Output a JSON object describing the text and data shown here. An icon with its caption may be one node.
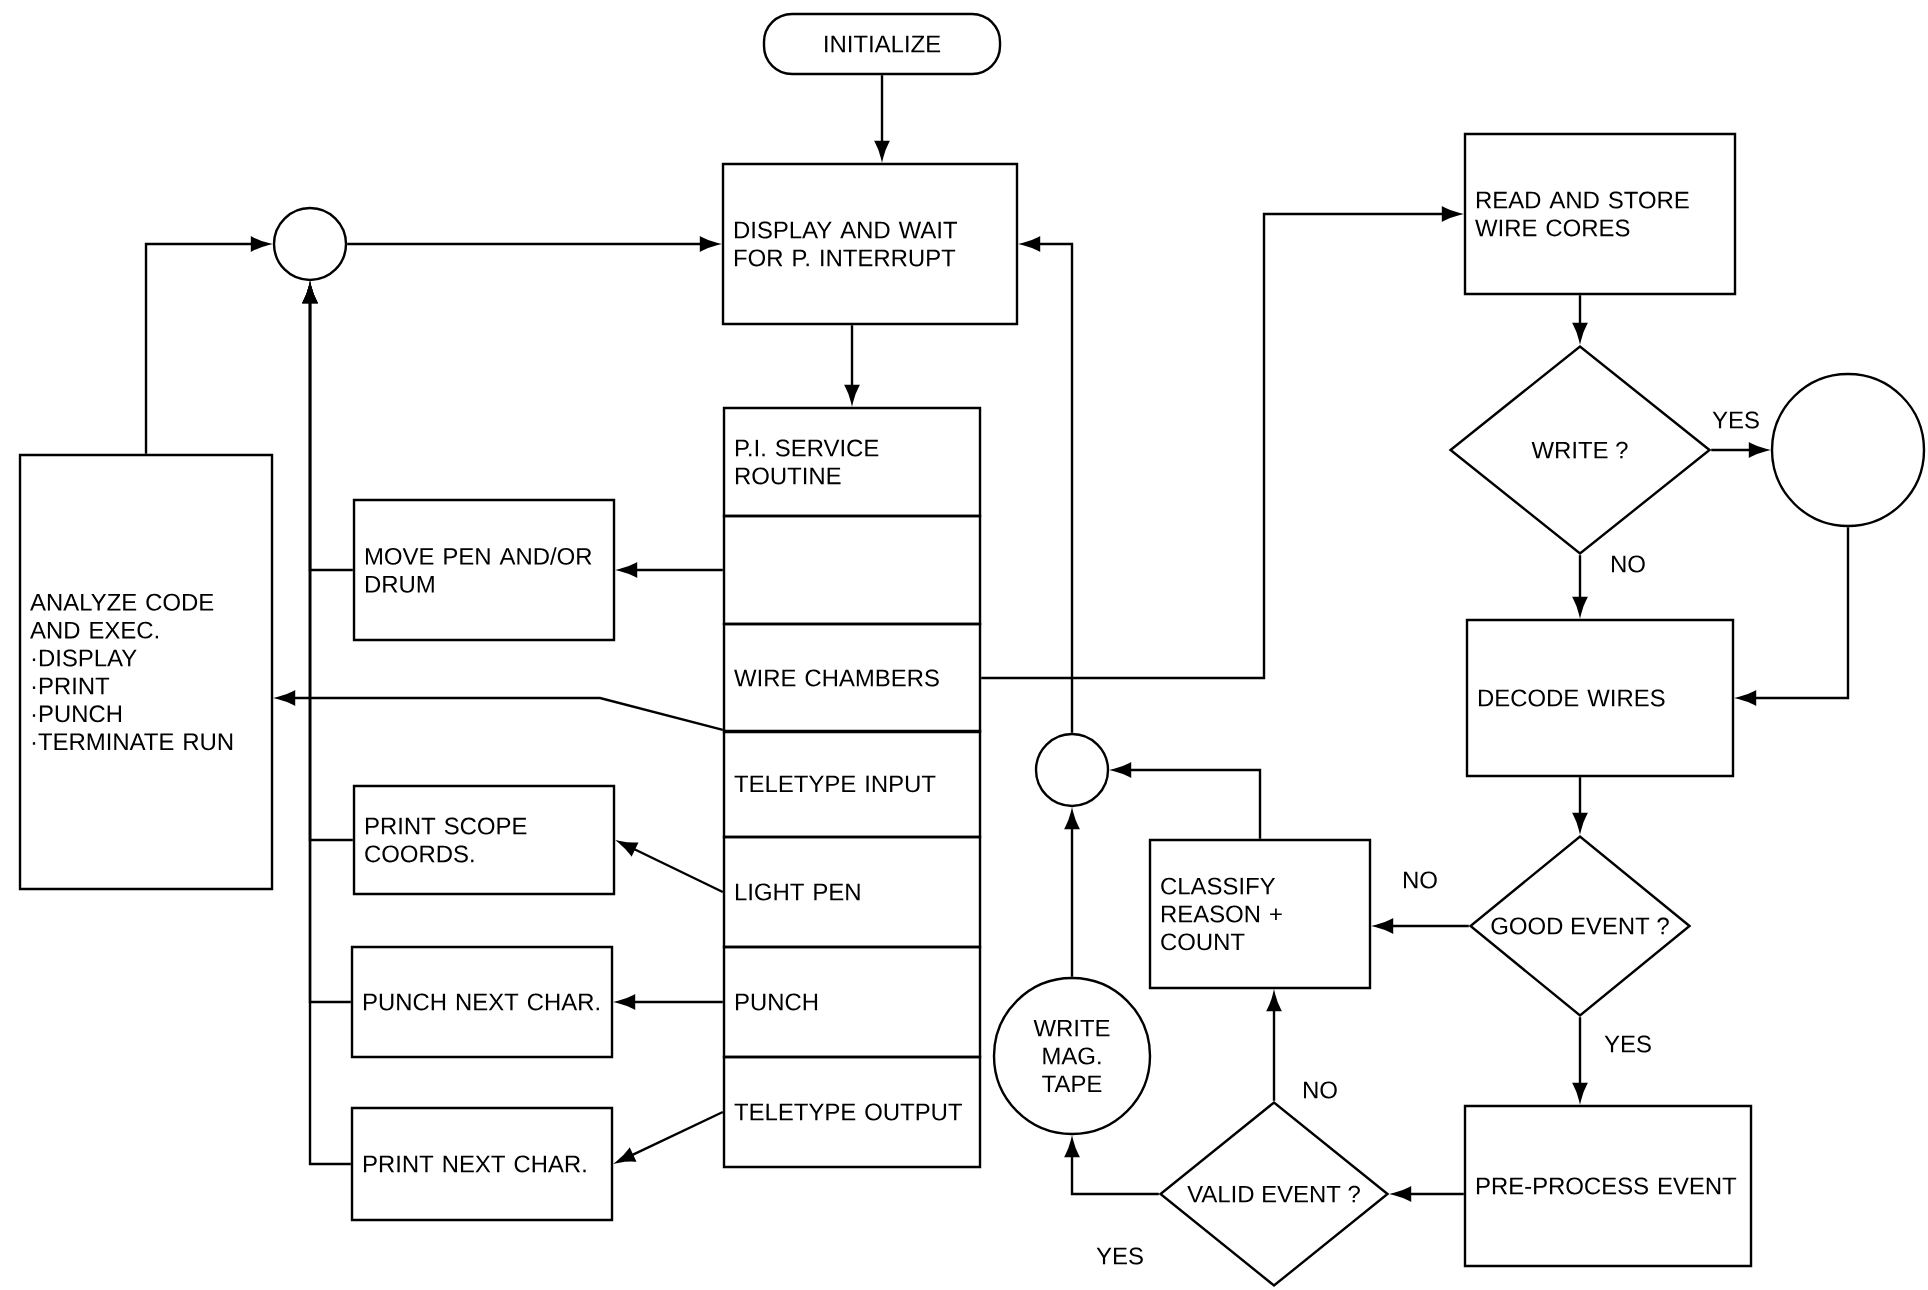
{
  "diagram": {
    "nodes": [
      {
        "text": [
          "INITIALIZE"
        ]
      },
      {
        "text": [],
        "shape": "circle"
      },
      {
        "text": [
          "DISPLAY AND WAIT FOR P. INTERRUPT"
        ]
      },
      {
        "text": [
          "READ AND STORE WIRE CORES"
        ]
      },
      {
        "text": [
          "ANALYZE CODE AND EXEC.",
          "·DISPLAY",
          "·PRINT",
          "·PUNCH",
          "·TERMINATE RUN"
        ]
      },
      {
        "text": [
          "MOVE PEN AND/OR DRUM"
        ]
      },
      {
        "text": [
          "P.I. SERVICE ROUTINE"
        ]
      },
      {
        "text": [],
        "shape": "box"
      },
      {
        "text": [
          "WIRE CHAMBERS"
        ]
      },
      {
        "text": [
          "TELETYPE INPUT"
        ]
      },
      {
        "text": [
          "LIGHT PEN"
        ]
      },
      {
        "text": [
          "PUNCH"
        ]
      },
      {
        "text": [
          "TELETYPE OUTPUT"
        ]
      },
      {
        "text": [
          "WRITE ?"
        ]
      },
      {
        "text": [],
        "shape": "circle"
      },
      {
        "text": [
          "DECODE WIRES"
        ]
      },
      {
        "text": [],
        "shape": "circle"
      },
      {
        "text": [
          "PRINT SCOPE COORDS."
        ]
      },
      {
        "text": [
          "CLASSIFY REASON + COUNT"
        ]
      },
      {
        "text": [
          "GOOD EVENT ?"
        ]
      },
      {
        "text": [
          "PUNCH NEXT CHAR."
        ]
      },
      {
        "text": [
          "WRITE MAG. TAPE"
        ]
      },
      {
        "text": [
          "PRINT NEXT CHAR."
        ]
      },
      {
        "text": [
          "VALID EVENT ?"
        ]
      },
      {
        "text": [
          "PRE-PROCESS EVENT"
        ]
      }
    ],
    "edges": [
      {
        "from": 0,
        "to": 2,
        "arrow": "to"
      },
      {
        "from": 2,
        "to": 6,
        "arrow": "to"
      },
      {
        "from": 1,
        "to": 2,
        "arrow": "to"
      },
      {
        "from": 4,
        "to": 1,
        "arrow": "to"
      },
      {
        "from": 5,
        "to": 1,
        "arrow": "to"
      },
      {
        "from": 17,
        "to": 1,
        "arrow": "to"
      },
      {
        "from": 20,
        "to": 1,
        "arrow": "to"
      },
      {
        "from": 22,
        "to": 1,
        "arrow": "to"
      },
      {
        "from": 7,
        "to": 5,
        "arrow": "to"
      },
      {
        "from": 8,
        "to": 3,
        "arrow": "to"
      },
      {
        "from": 9,
        "to": 4,
        "arrow": "to"
      },
      {
        "from": 10,
        "to": 17,
        "arrow": "to"
      },
      {
        "from": 11,
        "to": 20,
        "arrow": "to"
      },
      {
        "from": 12,
        "to": 22,
        "arrow": "to"
      },
      {
        "from": 16,
        "to": 2,
        "arrow": "to"
      },
      {
        "from": 3,
        "to": 13,
        "arrow": "to"
      },
      {
        "from": 13,
        "to": 14,
        "arrow": "to",
        "label": "YES"
      },
      {
        "from": 13,
        "to": 15,
        "arrow": "to",
        "label": "NO"
      },
      {
        "from": 14,
        "to": 15,
        "arrow": "to"
      },
      {
        "from": 15,
        "to": 19,
        "arrow": "to"
      },
      {
        "from": 19,
        "to": 18,
        "arrow": "to",
        "label": "NO"
      },
      {
        "from": 19,
        "to": 24,
        "arrow": "to",
        "label": "YES"
      },
      {
        "from": 24,
        "to": 23,
        "arrow": "to"
      },
      {
        "from": 23,
        "to": 18,
        "arrow": "to",
        "label": "NO"
      },
      {
        "from": 23,
        "to": 21,
        "arrow": "to",
        "label": "YES"
      },
      {
        "from": 21,
        "to": 16,
        "arrow": "to"
      },
      {
        "from": 18,
        "to": 16,
        "arrow": "to"
      }
    ]
  }
}
